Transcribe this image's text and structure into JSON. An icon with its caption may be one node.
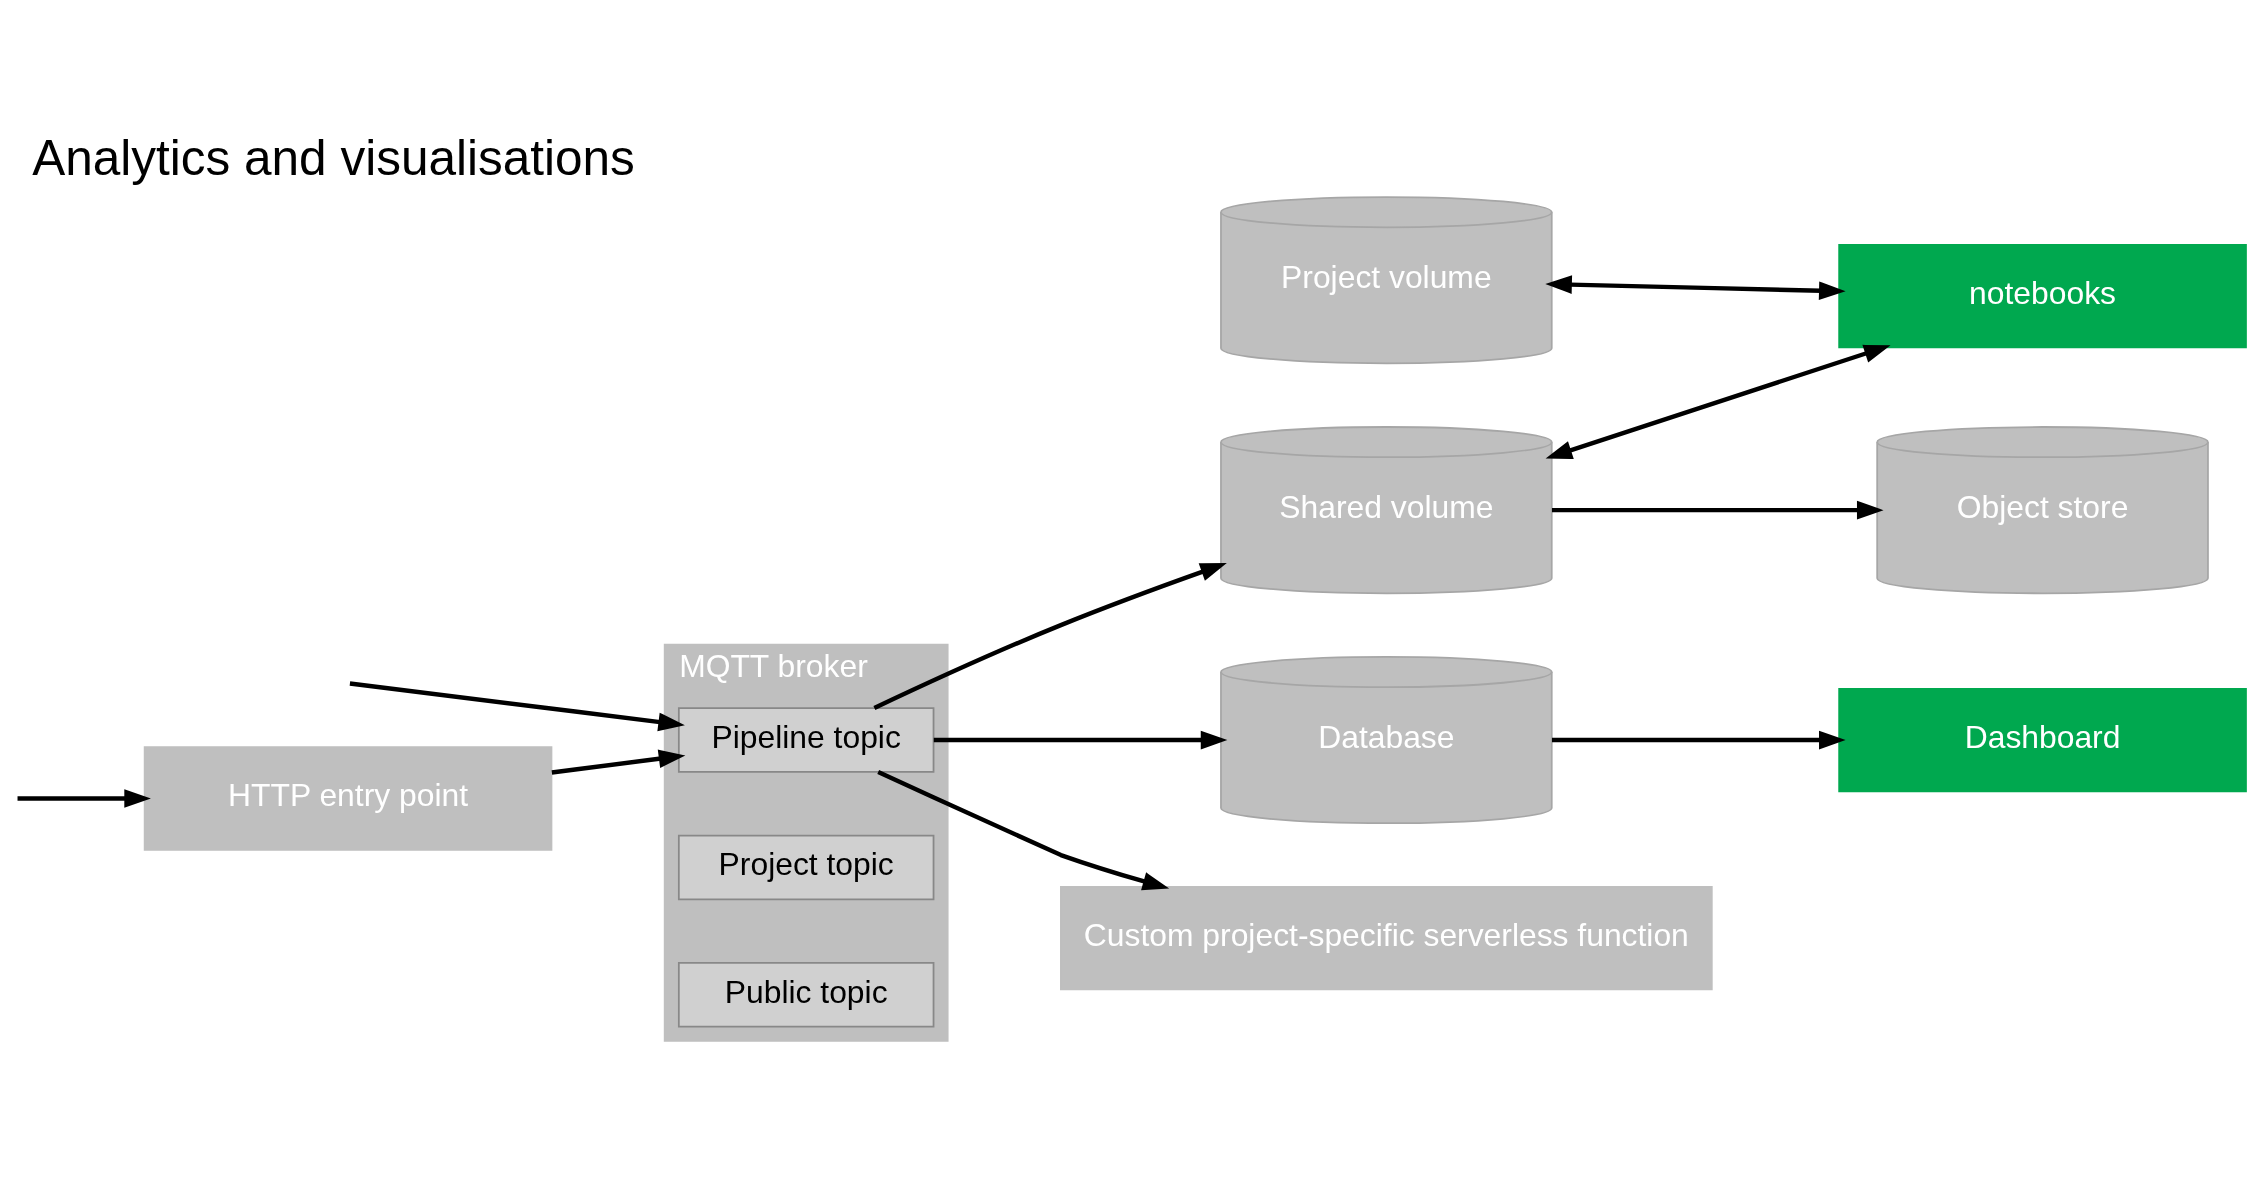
{
  "diagram": {
    "title": "Analytics and visualisations",
    "nodes": [
      {
        "text": [
          "HTTP entry point"
        ]
      },
      {
        "text": [
          "MQTT broker"
        ]
      },
      {
        "text": [
          "Pipeline topic"
        ],
        "in": 1
      },
      {
        "text": [
          "Project topic"
        ],
        "in": 1
      },
      {
        "text": [
          "Public topic"
        ],
        "in": 1
      },
      {
        "text": [
          "Shared volume"
        ]
      },
      {
        "text": [
          "Database"
        ]
      },
      {
        "text": [
          "Dashboard"
        ]
      },
      {
        "text": [
          "Custom project-specific serverless function"
        ]
      },
      {
        "text": [
          "Project volume"
        ]
      },
      {
        "text": [
          "notebooks"
        ]
      },
      {
        "text": [
          "Object store"
        ]
      }
    ],
    "edges": [
      {
        "from": null,
        "to": 0,
        "arrow": "to"
      },
      {
        "from": 0,
        "to": 2,
        "arrow": "to"
      },
      {
        "from": null,
        "to": 2,
        "arrow": "to"
      },
      {
        "from": 2,
        "to": 5,
        "arrow": "to"
      },
      {
        "from": 2,
        "to": 6,
        "arrow": "to"
      },
      {
        "from": 2,
        "to": 8,
        "arrow": "to"
      },
      {
        "from": 6,
        "to": 7,
        "arrow": "to"
      },
      {
        "from": 5,
        "to": 10,
        "arrow": "both"
      },
      {
        "from": 9,
        "to": 10,
        "arrow": "both"
      },
      {
        "from": 5,
        "to": 11,
        "arrow": "to"
      }
    ]
  }
}
